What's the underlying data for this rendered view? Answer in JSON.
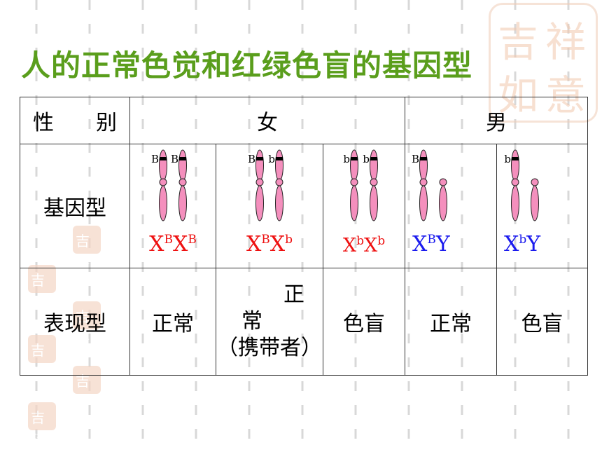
{
  "title": "人的正常色觉和红绿色盲的基因型",
  "colors": {
    "title": "#5a9e1c",
    "chromosome": "#f48fbd",
    "female_genotype": "#ee1010",
    "male_genotype": "#1a1aee"
  },
  "table": {
    "header": {
      "sex_label": "性　　别",
      "female": "女",
      "male": "男"
    },
    "row_labels": {
      "genotype": "基因型",
      "phenotype": "表现型"
    },
    "columns": [
      {
        "alleles": [
          "B",
          "B"
        ],
        "genotype": {
          "base1": "X",
          "sup1": "B",
          "base2": "X",
          "sup2": "B"
        },
        "phenotype": "正常"
      },
      {
        "alleles": [
          "B",
          "b"
        ],
        "genotype": {
          "base1": "X",
          "sup1": "B",
          "base2": "X",
          "sup2": "b"
        },
        "phenotype_lines": [
          "正",
          "常",
          "（携带者）"
        ]
      },
      {
        "alleles": [
          "b",
          "b"
        ],
        "genotype": {
          "base1": "X",
          "sup1": "b",
          "base2": "X",
          "sup2": "b"
        },
        "phenotype": "色盲"
      },
      {
        "alleles": [
          "B"
        ],
        "genotype": {
          "base1": "X",
          "sup1": "B",
          "base2": "Y"
        },
        "phenotype": "正常"
      },
      {
        "alleles": [
          "b"
        ],
        "genotype": {
          "base1": "X",
          "sup1": "b",
          "base2": "Y"
        },
        "phenotype": "色盲"
      }
    ]
  }
}
